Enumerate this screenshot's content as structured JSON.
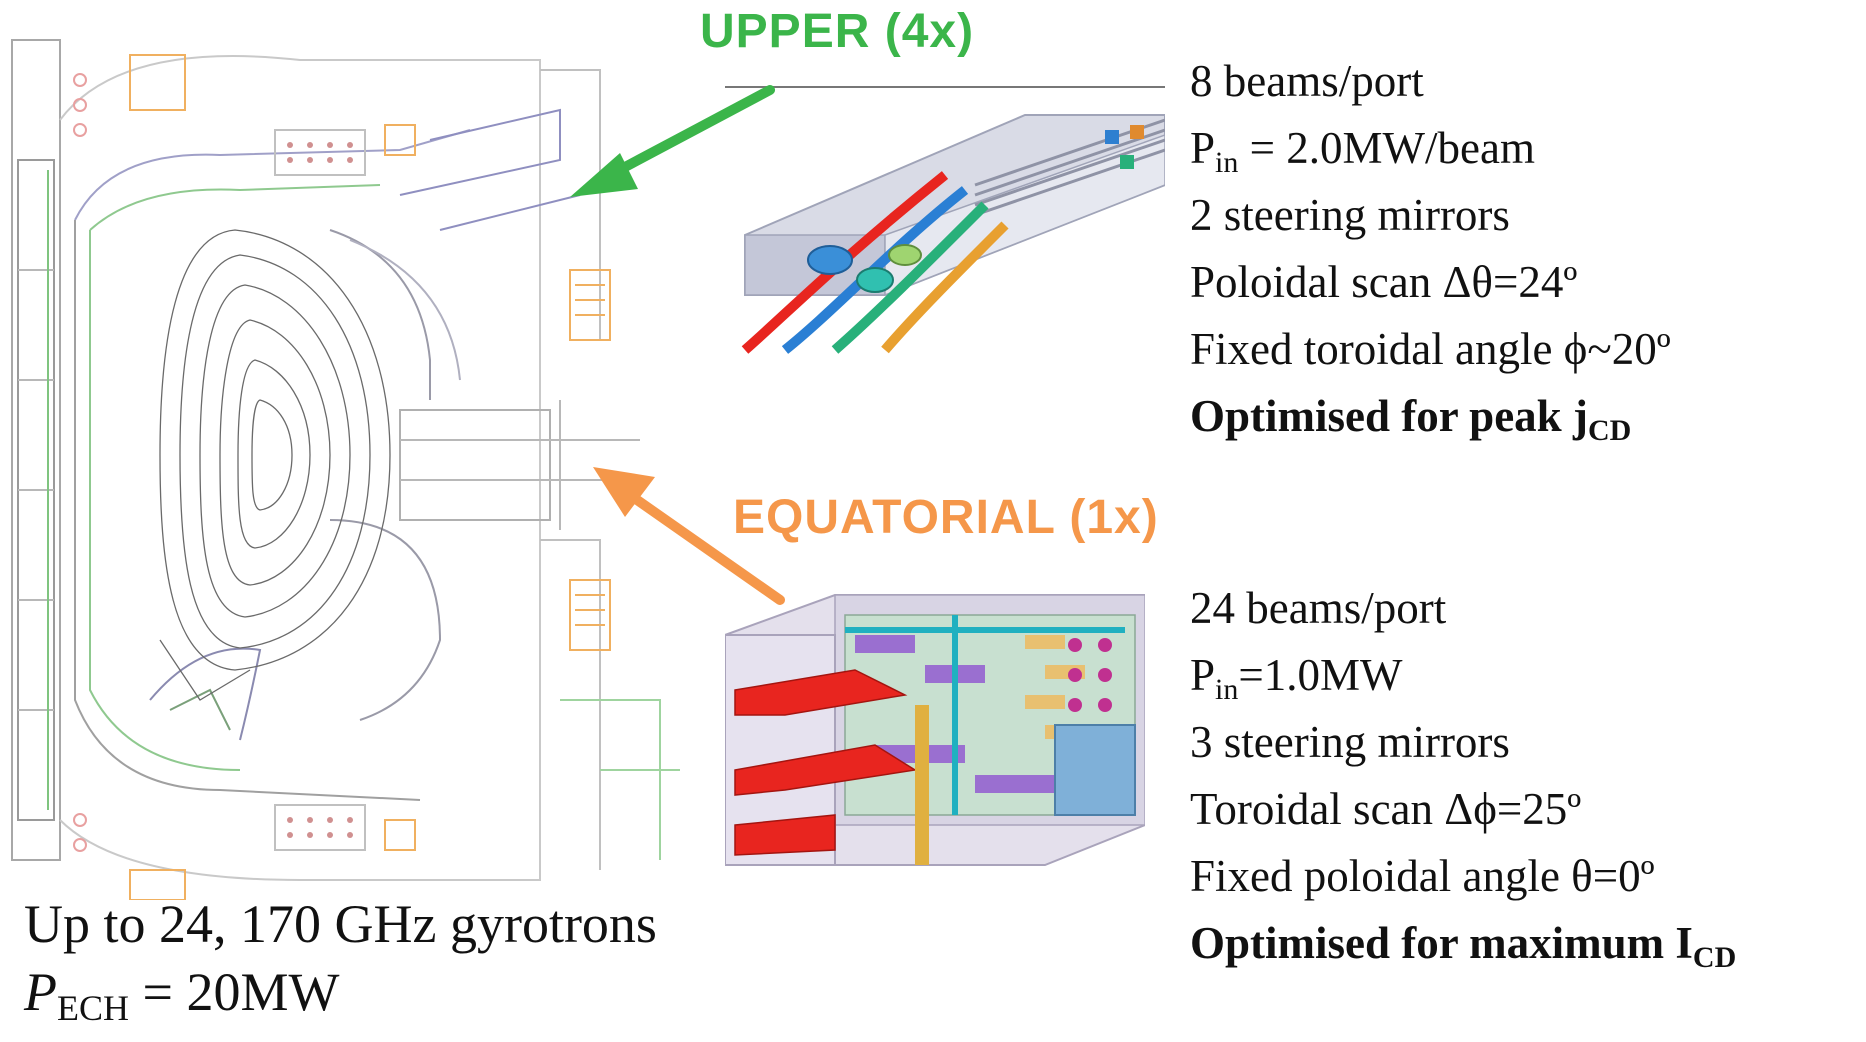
{
  "labels": {
    "upper": "UPPER  (4x)",
    "equatorial": "EQUATORIAL (1x)"
  },
  "upper_specs": {
    "beams": "8 beams/port",
    "power_prefix": "P",
    "power_sub": "in",
    "power_value": " = 2.0MW/beam",
    "mirrors": "2 steering mirrors",
    "scan": "Poloidal scan Δθ=24º",
    "angle": "Fixed toroidal angle ϕ~20º",
    "optimised_prefix": "Optimised for peak j",
    "optimised_sub": "CD"
  },
  "equatorial_specs": {
    "beams": "24 beams/port",
    "power_prefix": "P",
    "power_sub": "in",
    "power_value": "=1.0MW",
    "mirrors": "3 steering mirrors",
    "scan": "Toroidal scan Δϕ=25º",
    "angle": "Fixed poloidal angle θ=0º",
    "optimised_prefix": "Optimised for maximum I",
    "optimised_sub": "CD"
  },
  "caption": {
    "line1": "Up to 24, 170 GHz gyrotrons",
    "p_symbol": "P",
    "p_sub": "ECH",
    "p_value": " = 20MW"
  },
  "colors": {
    "upper_accent": "#3bb54a",
    "equatorial_accent": "#f5974a",
    "drawing_line": "#9a9a9a",
    "beam_red": "#e8251f"
  },
  "icons": {
    "upper_arrow": "arrow-down-left",
    "equatorial_arrow": "arrow-up-left"
  }
}
